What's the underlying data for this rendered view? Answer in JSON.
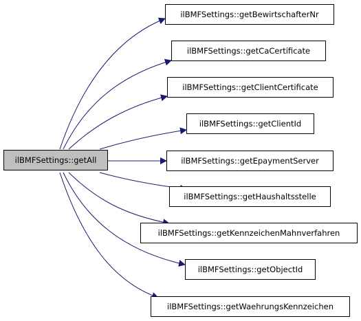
{
  "diagram": {
    "root": {
      "label": "ilBMFSettings::getAll"
    },
    "callees": [
      {
        "label": "ilBMFSettings::getBewirtschafterNr"
      },
      {
        "label": "ilBMFSettings::getCaCertificate"
      },
      {
        "label": "ilBMFSettings::getClientCertificate"
      },
      {
        "label": "ilBMFSettings::getClientId"
      },
      {
        "label": "ilBMFSettings::getEpaymentServer"
      },
      {
        "label": "ilBMFSettings::getHaushaltsstelle"
      },
      {
        "label": "ilBMFSettings::getKennzeichenMahnverfahren"
      },
      {
        "label": "ilBMFSettings::getObjectId"
      },
      {
        "label": "ilBMFSettings::getWaehrungsKennzeichen"
      }
    ],
    "colors": {
      "edge": "#191970",
      "root_fill": "#bfbfbf",
      "node_fill": "#ffffff",
      "border": "#000000"
    }
  }
}
